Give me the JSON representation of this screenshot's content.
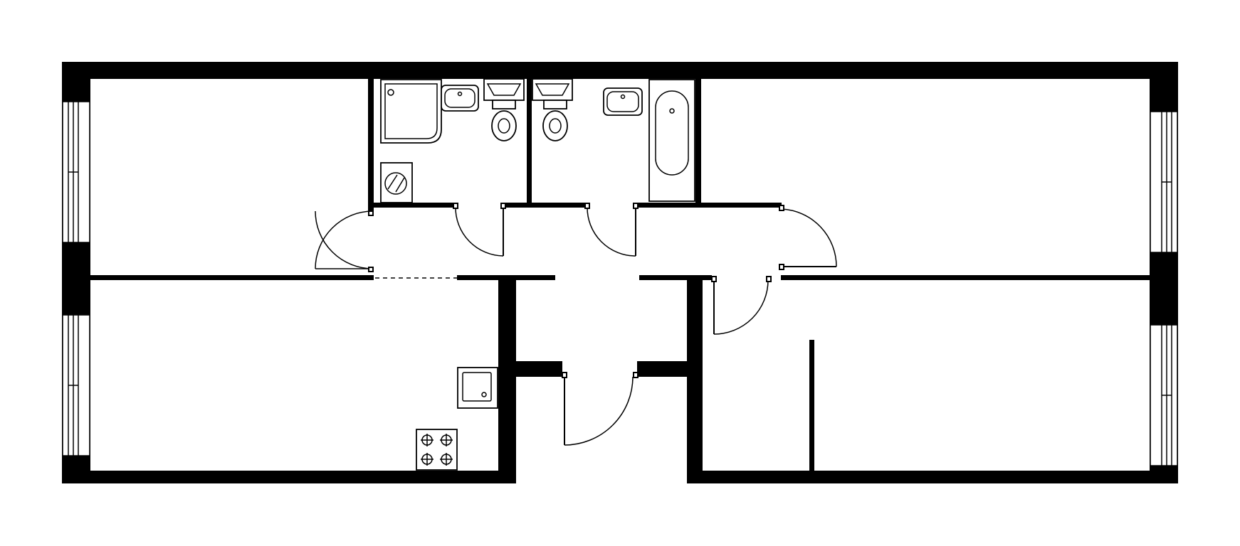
{
  "plan": {
    "colors": {
      "wall": "#000000",
      "line": "#000000",
      "background": "#ffffff"
    },
    "rooms": [
      "bedroom-top-left",
      "kitchen-living",
      "shower-room",
      "toilet-room",
      "bathroom",
      "hallway",
      "bedroom-top-right",
      "bedroom-bottom-right",
      "closet"
    ],
    "icons": [
      "shower-tray-icon",
      "washbasin-icon",
      "toilet-icon",
      "washing-machine-icon",
      "bathtub-icon",
      "kitchen-sink-icon",
      "hob-icon",
      "window-icon",
      "door-icon"
    ]
  }
}
